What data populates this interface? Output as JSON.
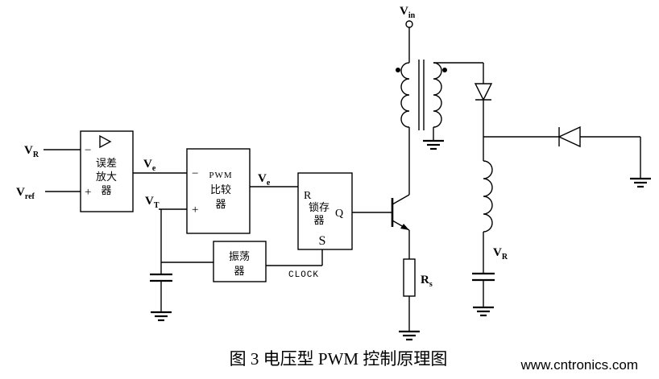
{
  "colors": {
    "line": "#000000",
    "watermark": "#b5c832"
  },
  "figure": {
    "caption": "图 3  电压型 PWM 控制原理图",
    "watermark": "www.cntronics.com"
  },
  "blocks": {
    "error_amplifier": {
      "line1": "误差",
      "line2": "放大",
      "line3": "器",
      "minus": "−",
      "plus": "+"
    },
    "pwm_comparator": {
      "line1": "PWM",
      "line2": "比较",
      "line3": "器",
      "minus": "−",
      "plus": "+"
    },
    "latch": {
      "r": "R",
      "q": "Q",
      "s": "S",
      "name1": "锁存",
      "name2": "器"
    },
    "oscillator": {
      "line1": "振荡",
      "line2": "器"
    }
  },
  "labels": {
    "vin": {
      "base": "V",
      "sub": "in"
    },
    "vr_in": {
      "base": "V",
      "sub": "R"
    },
    "vref": {
      "base": "V",
      "sub": "ref"
    },
    "ve_error": {
      "base": "V",
      "sub": "e"
    },
    "vt": {
      "base": "V",
      "sub": "T"
    },
    "ve_comp": {
      "base": "V",
      "sub": "e"
    },
    "clock": "CLOCK",
    "rs": {
      "base": "R",
      "sub": "s"
    },
    "vr_out": {
      "base": "V",
      "sub": "R"
    }
  }
}
